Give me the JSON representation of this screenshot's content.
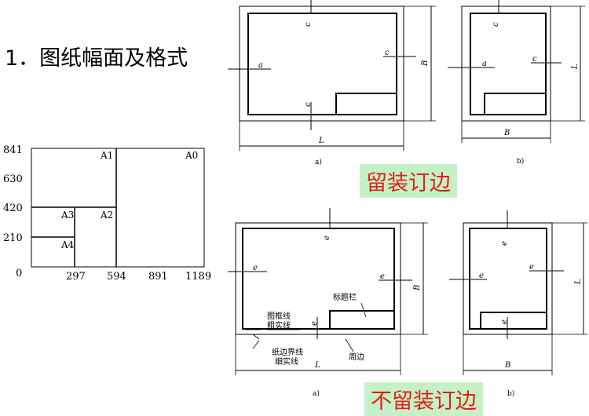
{
  "heading": "1．图纸幅面及格式",
  "badges": {
    "with_binding": "留装订边",
    "without_binding": "不留装订边"
  },
  "sheet_sizes": {
    "y_ticks": [
      "841",
      "630",
      "420",
      "210",
      "0"
    ],
    "x_ticks": [
      "297",
      "594",
      "891",
      "1189"
    ],
    "labels": [
      "A0",
      "A1",
      "A2",
      "A3",
      "A4"
    ]
  },
  "dims": {
    "a": "a",
    "c": "c",
    "e": "e",
    "B": "B",
    "L": "L"
  },
  "subcaptions": {
    "a": "a)",
    "b": "b)"
  },
  "callouts": {
    "title_block": "标题栏",
    "frame_line": "图框线",
    "thick_line": "粗实线",
    "paper_boundary": "纸边界线",
    "thin_line": "细实线",
    "margin": "周边"
  },
  "colors": {
    "badge_background": "#c6f1c6",
    "badge_text": "#e1201a"
  }
}
